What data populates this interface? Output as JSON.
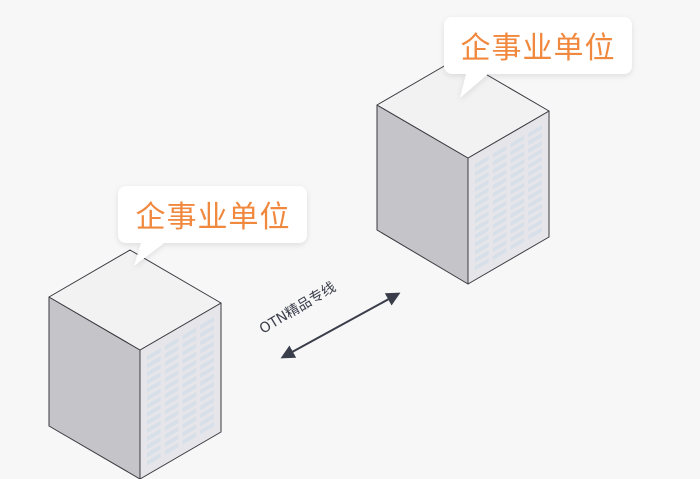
{
  "colors": {
    "background": "#f7f7f7",
    "callout_text": "#f0883e",
    "callout_fill": "#ffffff",
    "building_top": "#f2f2f3",
    "building_left": "#c4c4c9",
    "building_right": "#e6e6ea",
    "building_edge": "#3a3a40",
    "window": "#d7dfe9",
    "link": "#3a3d4a"
  },
  "nodes": [
    {
      "label": "企事业单位",
      "icon": "office-building-icon"
    },
    {
      "label": "企事业单位",
      "icon": "office-building-icon"
    }
  ],
  "link": {
    "label": "OTN精品专线",
    "icon": "double-arrow-icon"
  }
}
